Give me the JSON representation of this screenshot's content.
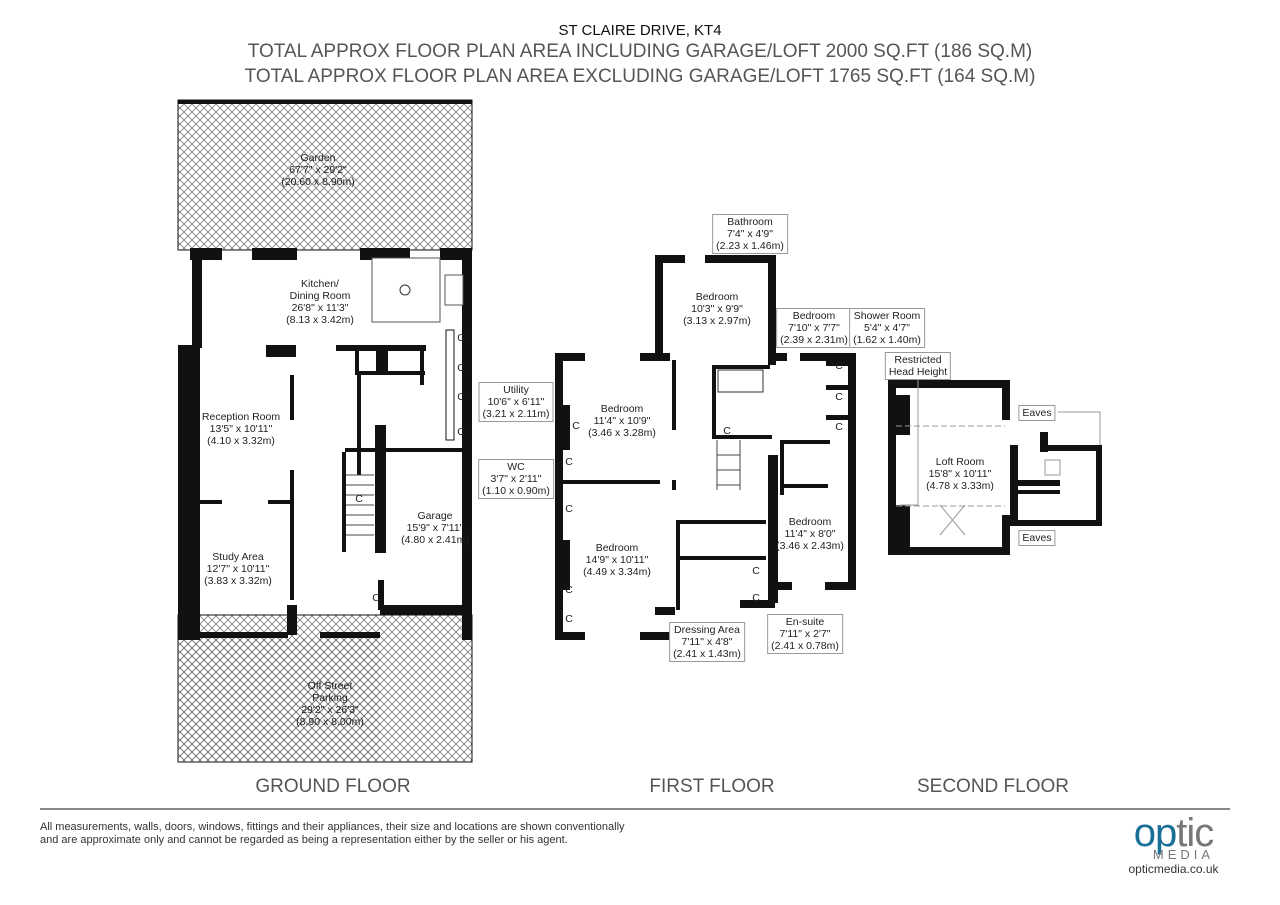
{
  "header": {
    "title": "ST CLAIRE DRIVE, KT4",
    "area_including": "TOTAL APPROX FLOOR PLAN AREA INCLUDING GARAGE/LOFT 2000 SQ.FT (186 SQ.M)",
    "area_excluding": "TOTAL APPROX FLOOR PLAN AREA EXCLUDING GARAGE/LOFT 1765 SQ.FT (164 SQ.M)"
  },
  "ground_floor": {
    "label": "GROUND FLOOR",
    "rooms": [
      {
        "name": "Garden",
        "imperial": "67'7\" x 29'2\"",
        "metric": "(20.60 x 8.90m)"
      },
      {
        "name": "Kitchen/",
        "name2": "Dining Room",
        "imperial": "26'8\" x 11'3\"",
        "metric": "(8.13 x 3.42m)"
      },
      {
        "name": "Reception Room",
        "imperial": "13'5\" x 10'11\"",
        "metric": "(4.10 x 3.32m)"
      },
      {
        "name": "Study Area",
        "imperial": "12'7\" x 10'11\"",
        "metric": "(3.83 x 3.32m)"
      },
      {
        "name": "Garage",
        "imperial": "15'9\" x 7'11\"",
        "metric": "(4.80 x 2.41m)"
      },
      {
        "name": "Off Street",
        "name2": "Parking",
        "imperial": "29'2\" x 26'3\"",
        "metric": "(8.90 x 8.00m)"
      },
      {
        "name": "Utility",
        "imperial": "10'6\" x 6'11\"",
        "metric": "(3.21 x 2.11m)"
      },
      {
        "name": "WC",
        "imperial": "3'7\" x 2'11\"",
        "metric": "(1.10 x 0.90m)"
      }
    ]
  },
  "first_floor": {
    "label": "FIRST FLOOR",
    "rooms": [
      {
        "name": "Bathroom",
        "imperial": "7'4\" x 4'9\"",
        "metric": "(2.23 x 1.46m)"
      },
      {
        "name": "Bedroom",
        "imperial": "10'3\" x 9'9\"",
        "metric": "(3.13 x 2.97m)"
      },
      {
        "name": "Bedroom",
        "imperial": "11'4\" x 10'9\"",
        "metric": "(3.46 x 3.28m)"
      },
      {
        "name": "Bedroom",
        "imperial": "14'9\" x 10'11\"",
        "metric": "(4.49 x 3.34m)"
      },
      {
        "name": "Bedroom",
        "imperial": "7'10\" x 7'7\"",
        "metric": "(2.39 x 2.31m)"
      },
      {
        "name": "Shower Room",
        "imperial": "5'4\" x 4'7\"",
        "metric": "(1.62 x 1.40m)"
      },
      {
        "name": "Bedroom",
        "imperial": "11'4\" x 8'0\"",
        "metric": "(3.46 x 2.43m)"
      },
      {
        "name": "Dressing Area",
        "imperial": "7'11\" x 4'8\"",
        "metric": "(2.41 x 1.43m)"
      },
      {
        "name": "En-suite",
        "imperial": "7'11\" x 2'7\"",
        "metric": "(2.41 x 0.78m)"
      }
    ]
  },
  "second_floor": {
    "label": "SECOND FLOOR",
    "restricted": {
      "line1": "Restricted",
      "line2": "Head Height"
    },
    "loft": {
      "name": "Loft Room",
      "imperial": "15'8\" x 10'11\"",
      "metric": "(4.78 x 3.33m)"
    },
    "eaves": [
      "Eaves",
      "Eaves"
    ]
  },
  "symbols": {
    "cupboard": "C"
  },
  "footer": {
    "disclaimer": "All measurements, walls, doors, windows, fittings and their appliances, their size and locations are shown conventionally and are approximate only and cannot be regarded as being a representation either by the seller or his agent.",
    "logo_word_a": "op",
    "logo_word_b": "tic",
    "logo_media": "MEDIA",
    "logo_url": "opticmedia.co.uk"
  },
  "colors": {
    "wall": "#111111",
    "text_gray": "#555555",
    "logo_blue": "#1a6f96"
  }
}
